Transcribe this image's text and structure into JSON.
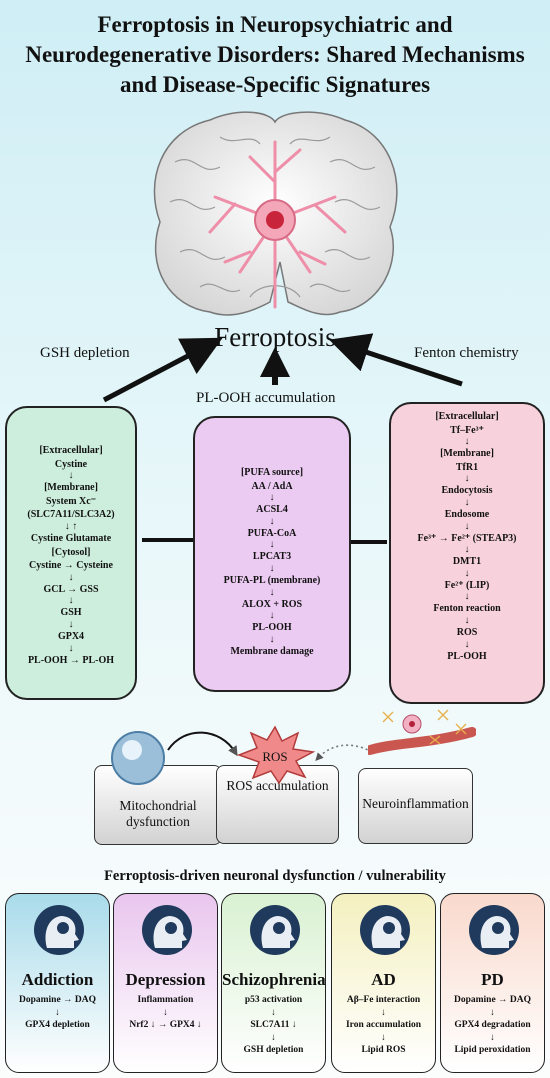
{
  "title": {
    "line1": "Ferroptosis in Neuropsychiatric and",
    "line2": "Neurodegenerative Disorders: Shared Mechanisms",
    "line3": "and Disease-Specific Signatures"
  },
  "center": {
    "label": "Ferroptosis",
    "left_label": "GSH depletion",
    "right_label": "Fenton chemistry",
    "middle_label": "PL-OOH accumulation"
  },
  "panels": {
    "left": [
      "[Extracellular]",
      "Cystine",
      "↓",
      "[Membrane]",
      "System Xc⁻",
      "(SLC7A11/SLC3A2)",
      "↓ ↑",
      "Cystine Glutamate",
      "[Cytosol]",
      "Cystine → Cysteine",
      "↓",
      "GCL → GSS",
      "↓",
      "GSH",
      "↓",
      "GPX4",
      "↓",
      "PL-OOH → PL-OH"
    ],
    "middle": [
      "[PUFA source]",
      "AA / AdA",
      "↓",
      "ACSL4",
      "↓",
      "PUFA-CoA",
      "↓",
      "LPCAT3",
      "↓",
      "PUFA-PL (membrane)",
      "↓",
      "ALOX + ROS",
      "↓",
      "PL-OOH",
      "↓",
      "Membrane damage"
    ],
    "right": [
      "[Extracellular]",
      "Tf–Fe³⁺",
      "↓",
      "[Membrane]",
      "TfR1",
      "↓",
      "Endocytosis",
      "↓",
      "Endosome",
      "↓",
      "Fe³⁺ → Fe²⁺ (STEAP3)",
      "↓",
      "DMT1",
      "↓",
      "Fe²⁺ (LIP)",
      "↓",
      "Fenton reaction",
      "↓",
      "ROS",
      "↓",
      "PL-OOH"
    ]
  },
  "middle_row": {
    "mito": "Mitochondrial dysfunction",
    "ros_star": "ROS",
    "ros_box": "ROS accumulation",
    "neuro": "Neuroinflammation"
  },
  "footer_title": "Ferroptosis-driven neuronal dysfunction / vulnerability",
  "disorders": [
    {
      "name": "Addiction",
      "lines": [
        "Dopamine → DAQ",
        "↓",
        "GPX4 depletion"
      ],
      "icon": "cannabis-head-icon",
      "color": "#a9dbea"
    },
    {
      "name": "Depression",
      "lines": [
        "Inflammation",
        "↓",
        "Nrf2 ↓ → GPX4 ↓"
      ],
      "icon": "raincloud-head-icon",
      "color": "#e9c6ee"
    },
    {
      "name": "Schizophrenia",
      "lines": [
        "p53 activation",
        "↓",
        "SLC7A11 ↓",
        "↓",
        "GSH depletion"
      ],
      "icon": "split-face-icon",
      "color": "#d9f1d2"
    },
    {
      "name": "AD",
      "lines": [
        "Aβ–Fe interaction",
        "↓",
        "Iron accumulation",
        "↓",
        "Lipid ROS"
      ],
      "icon": "puzzle-head-icon",
      "color": "#f4f0c0"
    },
    {
      "name": "PD",
      "lines": [
        "Dopamine → DAQ",
        "↓",
        "GPX4 degradation",
        "↓",
        "Lipid peroxidation"
      ],
      "icon": "puzzle-brain-icon",
      "color": "#f9d9cc"
    }
  ],
  "colors": {
    "left_panel": "#cdeedd",
    "middle_panel": "#eccbf2",
    "right_panel": "#f7d2dc",
    "ros_star": "#f08a8a"
  }
}
